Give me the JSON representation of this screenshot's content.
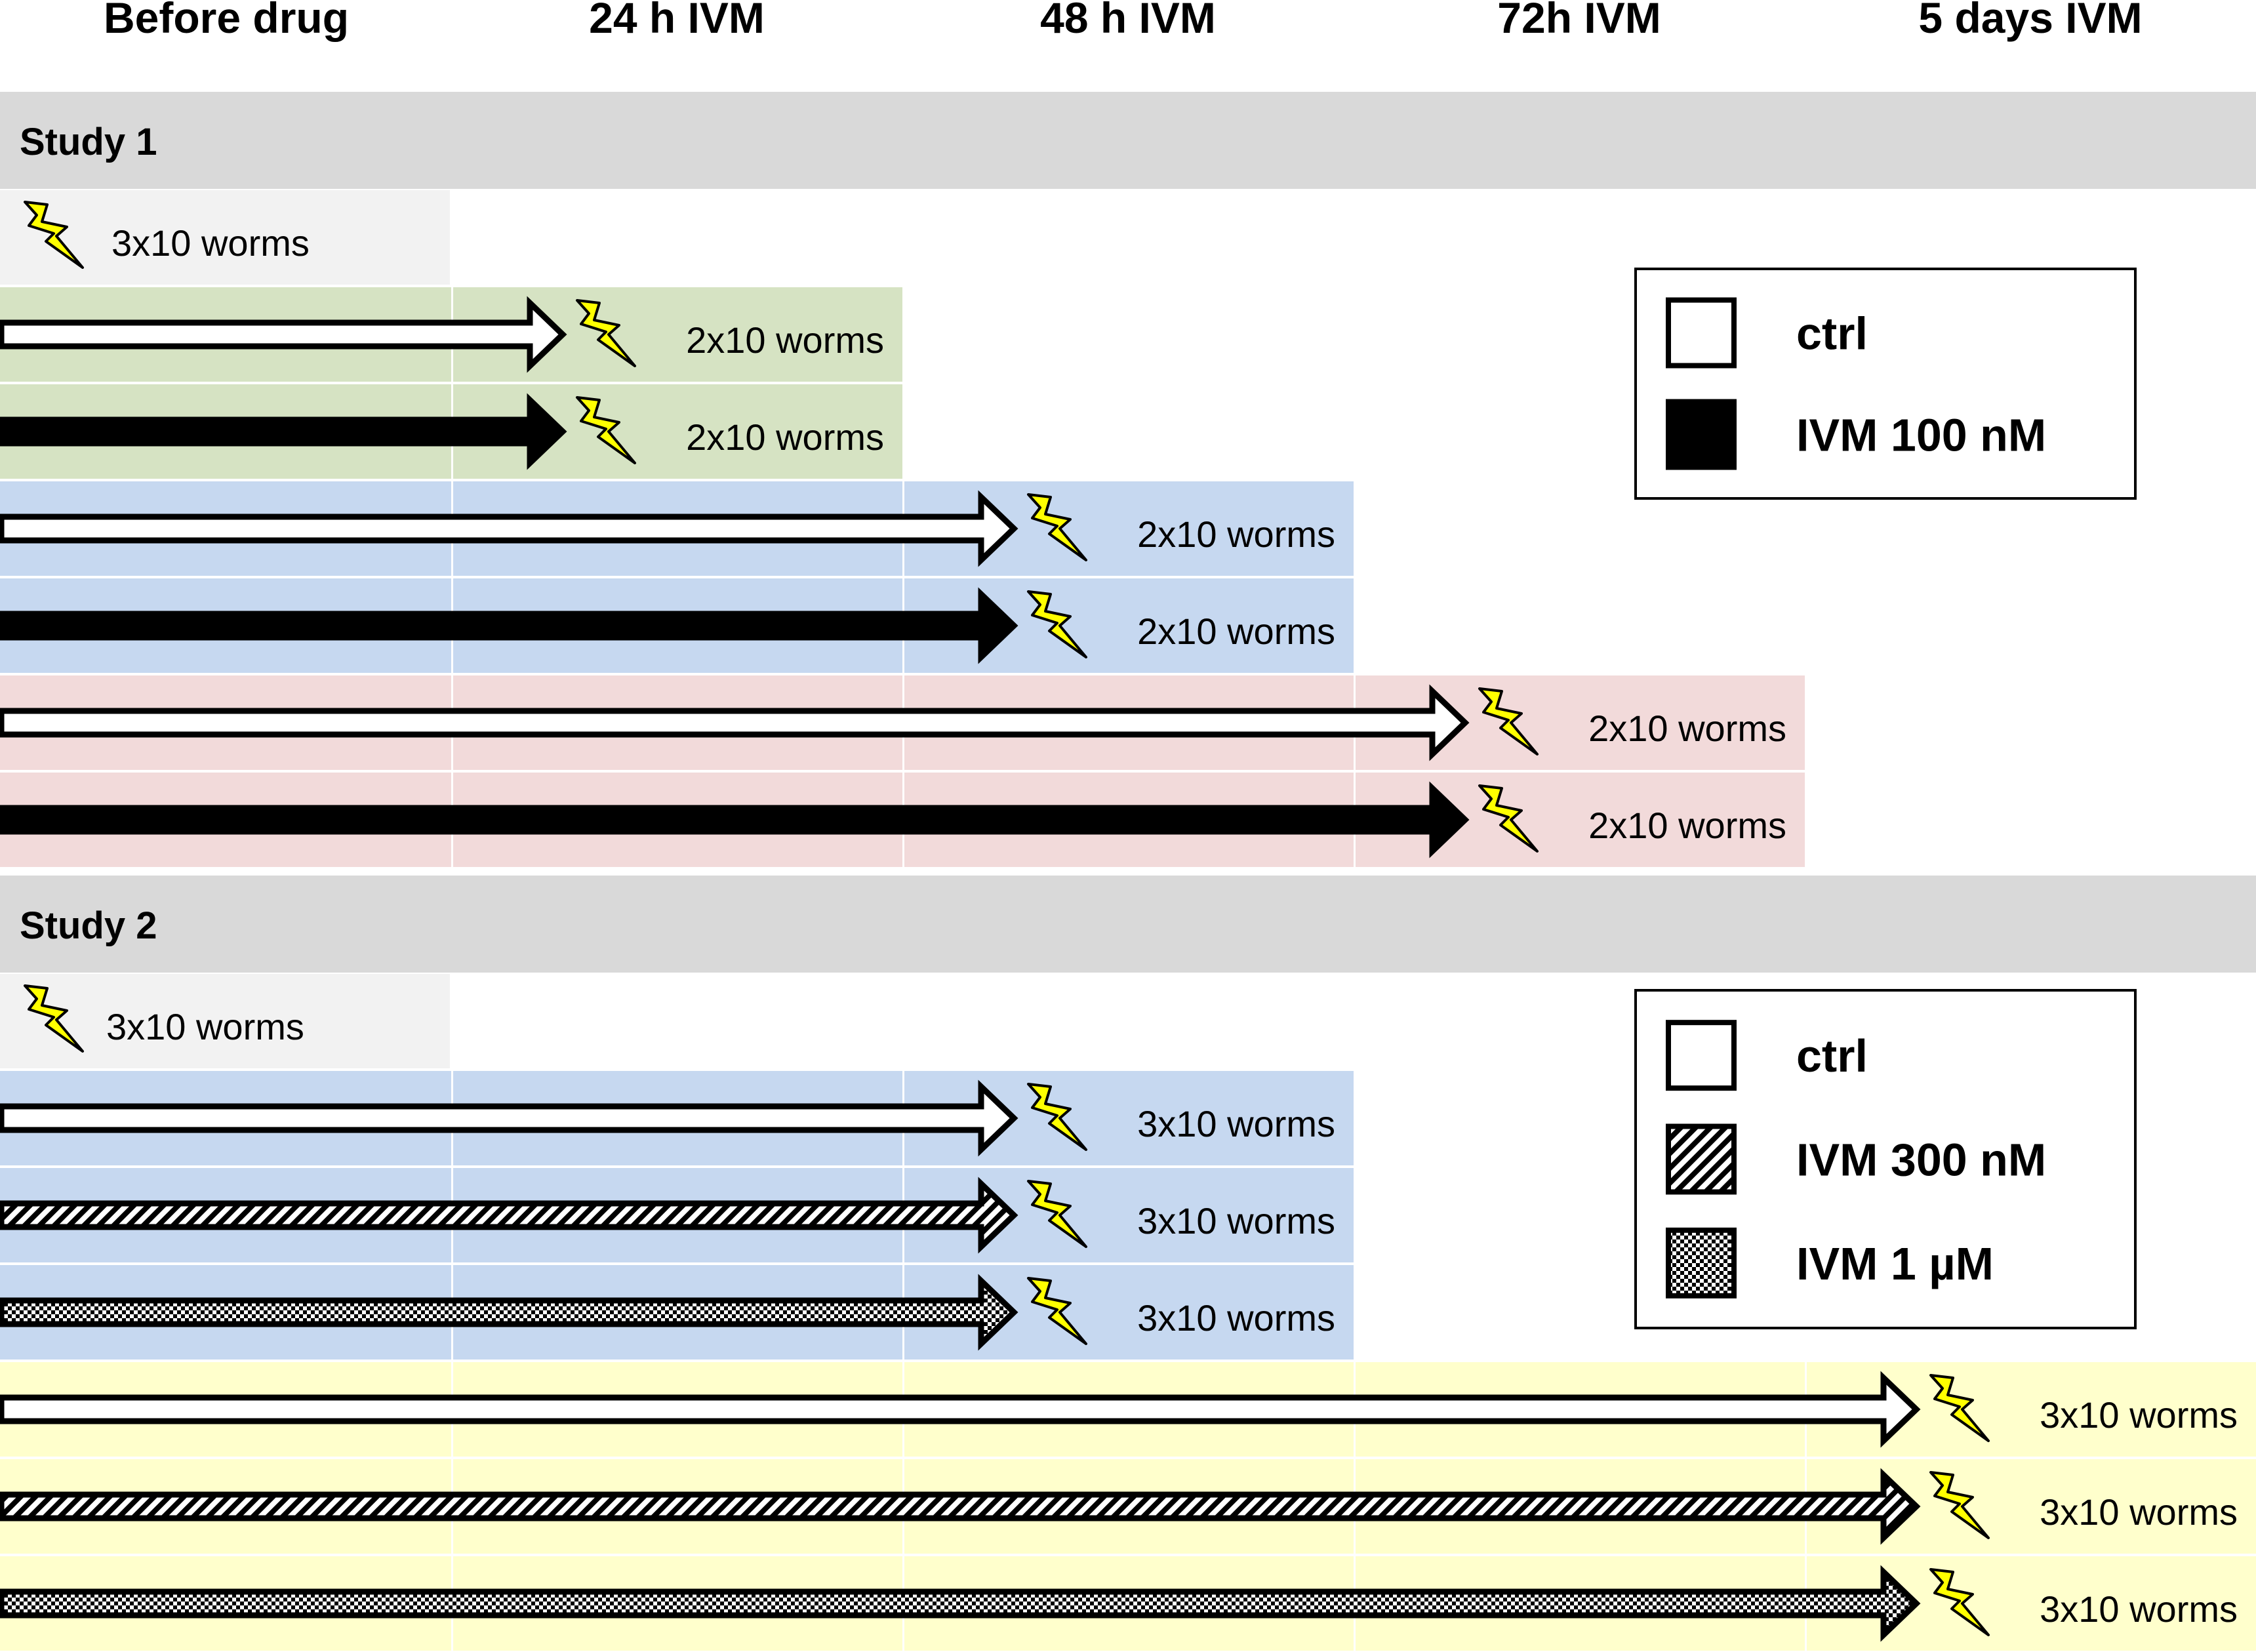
{
  "headers": [
    "Before drug",
    "24 h IVM",
    "48 h IVM",
    "72h IVM",
    "5 days IVM"
  ],
  "colors": {
    "study_band": "#d9d9d9",
    "before_drug": "#f2f2f2",
    "h24": "#d6e3c3",
    "h48": "#c6d8f0",
    "h72": "#f2dada",
    "d5": "#ffffcc",
    "lightning": "#ffff00"
  },
  "studies": [
    {
      "title": "Study 1",
      "baseline": {
        "label": "3x10 worms",
        "icon": "lightning-bolt-icon"
      },
      "groups": [
        {
          "timepoint": "24 h IVM",
          "color": "h24",
          "rows": [
            {
              "treatment": "ctrl",
              "label": "2x10 worms"
            },
            {
              "treatment": "IVM 100 nM",
              "label": "2x10 worms"
            }
          ]
        },
        {
          "timepoint": "48 h IVM",
          "color": "h48",
          "rows": [
            {
              "treatment": "ctrl",
              "label": "2x10 worms"
            },
            {
              "treatment": "IVM 100 nM",
              "label": "2x10 worms"
            }
          ]
        },
        {
          "timepoint": "72h IVM",
          "color": "h72",
          "rows": [
            {
              "treatment": "ctrl",
              "label": "2x10 worms"
            },
            {
              "treatment": "IVM 100 nM",
              "label": "2x10 worms"
            }
          ]
        }
      ],
      "legend": [
        {
          "label": "ctrl",
          "pattern": "white"
        },
        {
          "label": "IVM 100 nM",
          "pattern": "black"
        }
      ]
    },
    {
      "title": "Study 2",
      "baseline": {
        "label": "3x10 worms",
        "icon": "lightning-bolt-icon"
      },
      "groups": [
        {
          "timepoint": "48 h IVM",
          "color": "h48",
          "rows": [
            {
              "treatment": "ctrl",
              "label": "3x10 worms"
            },
            {
              "treatment": "IVM 300 nM",
              "label": "3x10 worms"
            },
            {
              "treatment": "IVM 1 µM",
              "label": "3x10 worms"
            }
          ]
        },
        {
          "timepoint": "5 days IVM",
          "color": "d5",
          "rows": [
            {
              "treatment": "ctrl",
              "label": "3x10 worms"
            },
            {
              "treatment": "IVM 300 nM",
              "label": "3x10 worms"
            },
            {
              "treatment": "IVM 1 µM",
              "label": "3x10 worms"
            }
          ]
        }
      ],
      "legend": [
        {
          "label": "ctrl",
          "pattern": "white"
        },
        {
          "label": "IVM 300 nM",
          "pattern": "hatch"
        },
        {
          "label": "IVM 1 µM",
          "pattern": "checker"
        }
      ]
    }
  ]
}
